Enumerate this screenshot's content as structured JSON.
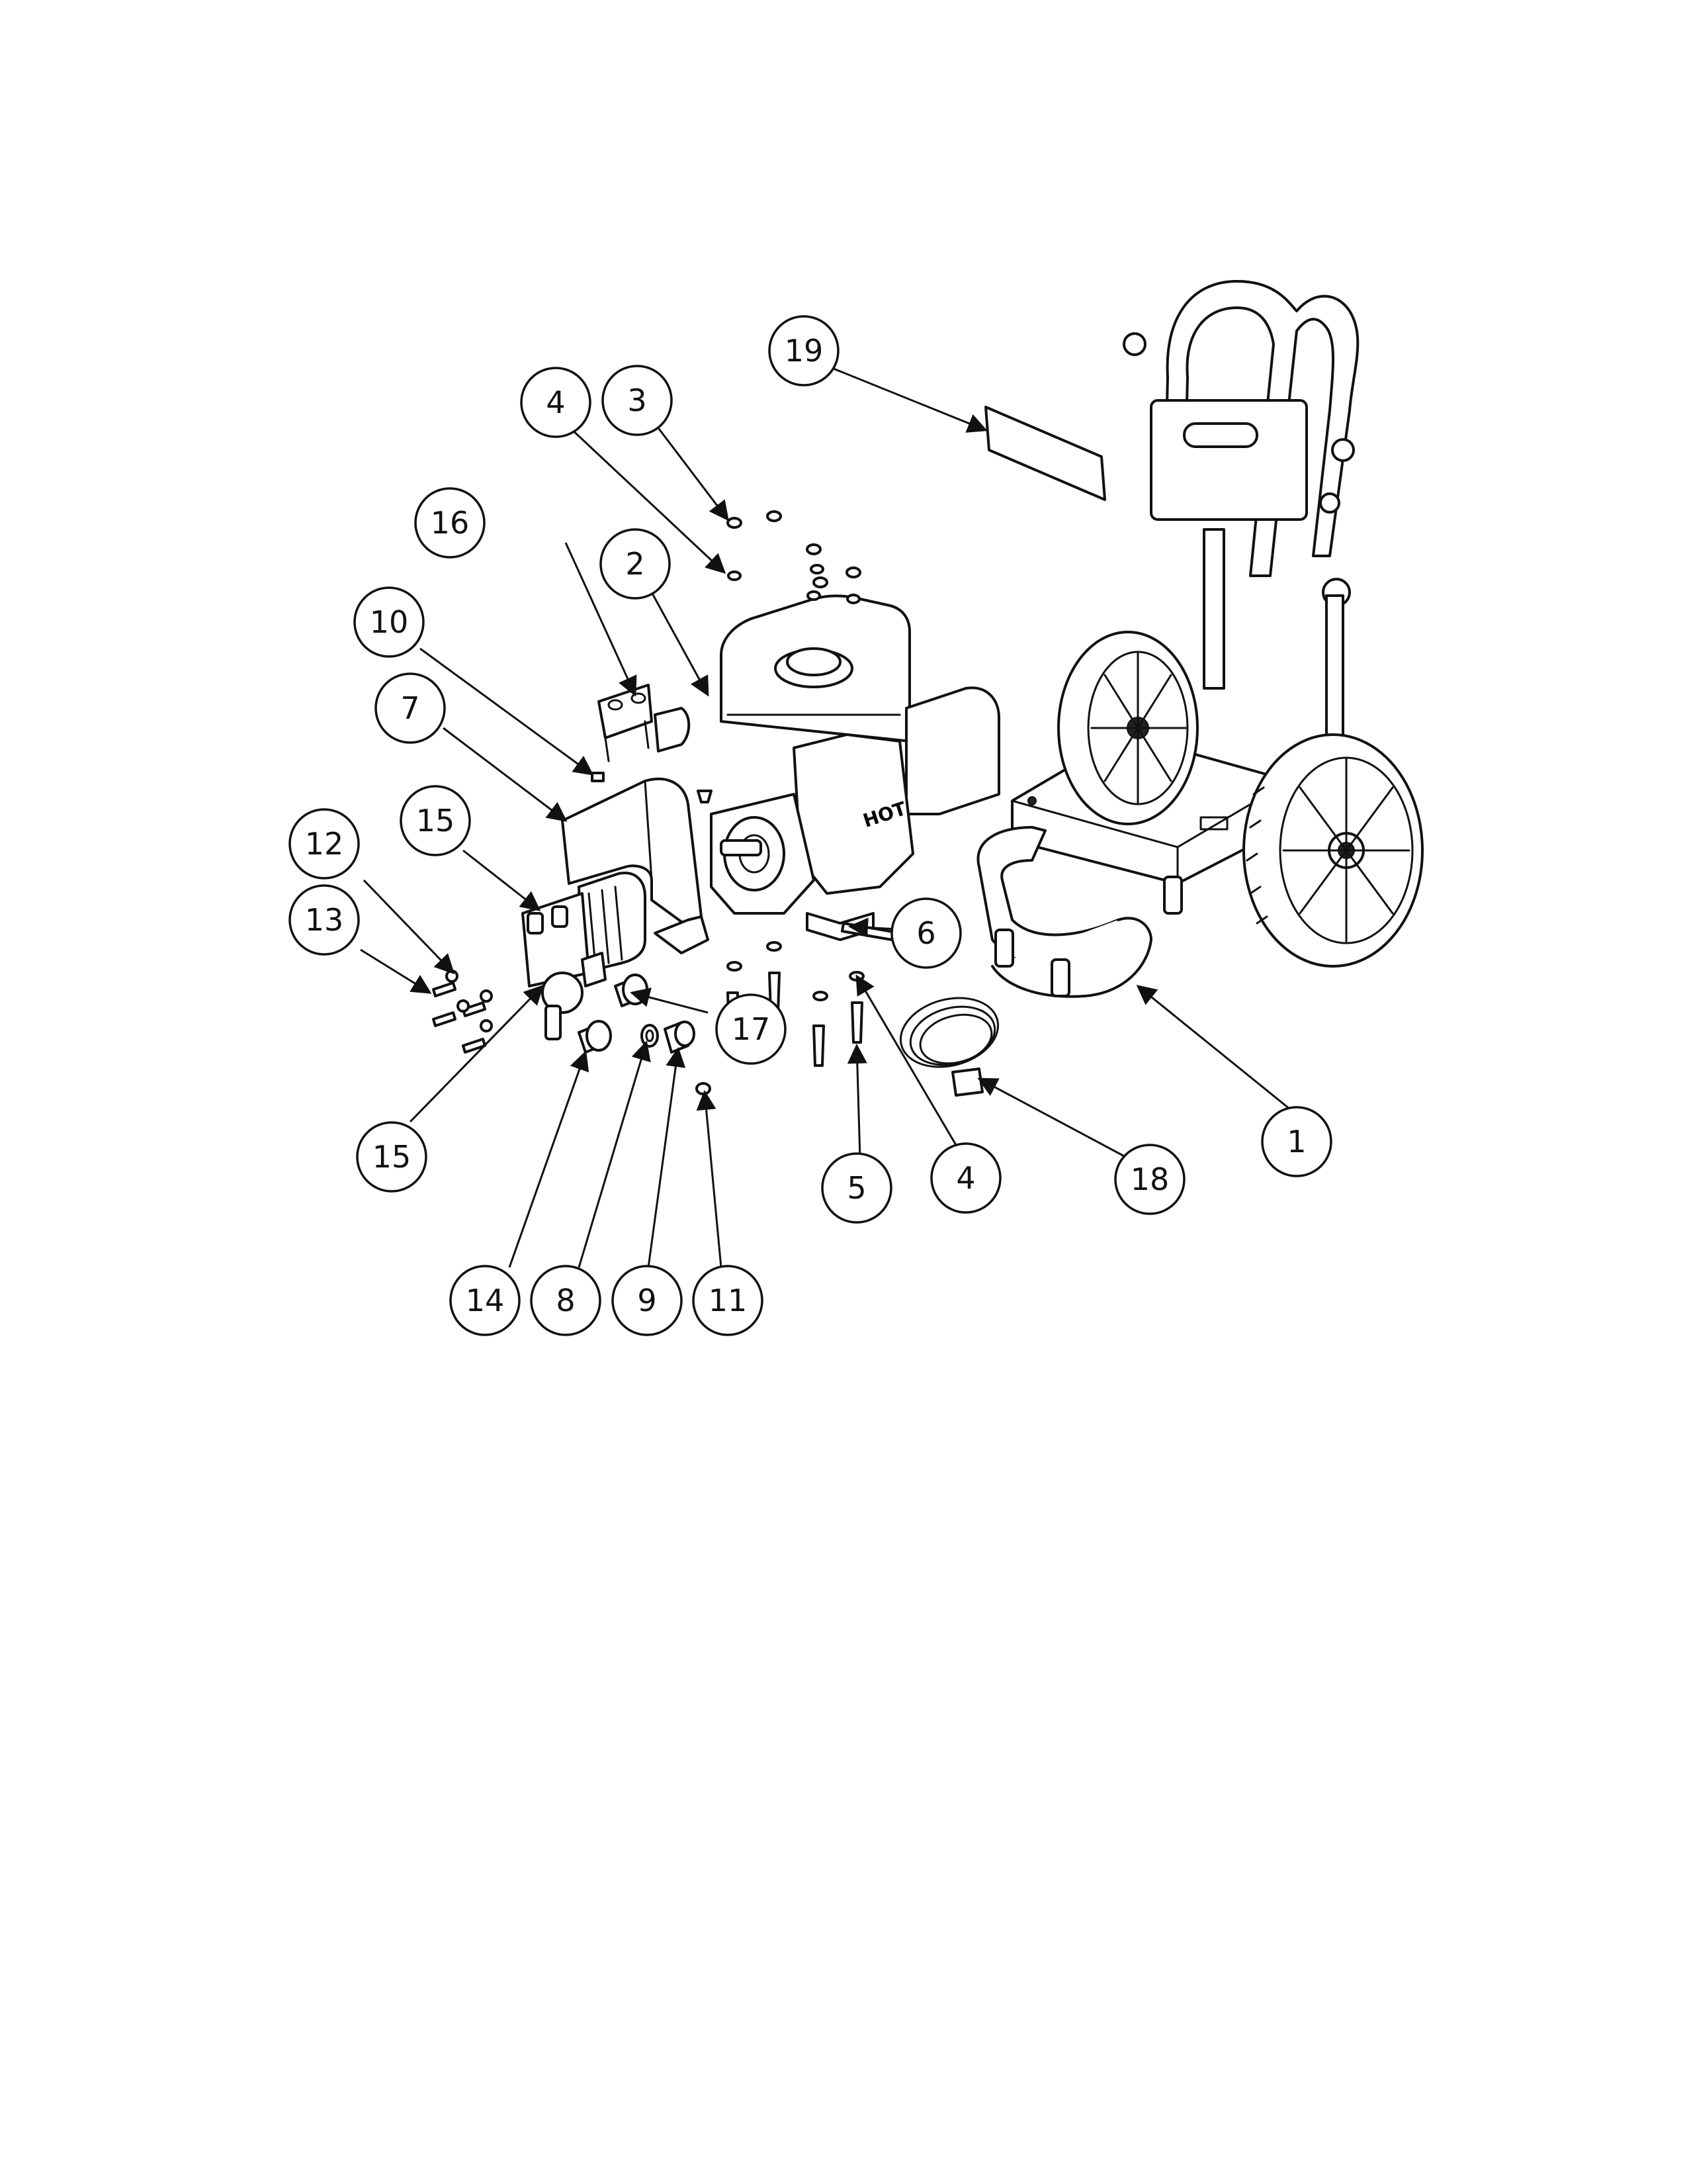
{
  "callouts": [
    {
      "label": "1"
    },
    {
      "label": "2"
    },
    {
      "label": "3"
    },
    {
      "label": "4"
    },
    {
      "label": "4"
    },
    {
      "label": "5"
    },
    {
      "label": "6"
    },
    {
      "label": "7"
    },
    {
      "label": "8"
    },
    {
      "label": "9"
    },
    {
      "label": "10"
    },
    {
      "label": "11"
    },
    {
      "label": "12"
    },
    {
      "label": "13"
    },
    {
      "label": "14"
    },
    {
      "label": "15"
    },
    {
      "label": "15"
    },
    {
      "label": "16"
    },
    {
      "label": "17"
    },
    {
      "label": "18"
    },
    {
      "label": "19"
    }
  ],
  "engine": {
    "hot_label": "HOT"
  }
}
